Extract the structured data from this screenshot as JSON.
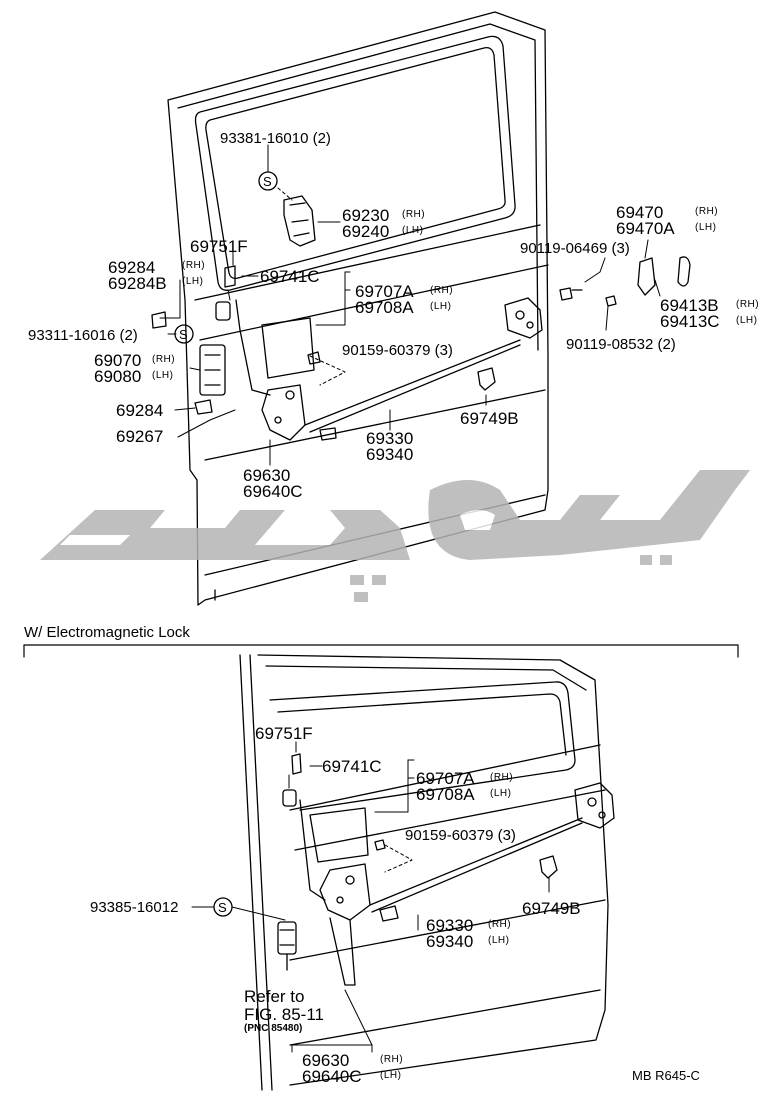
{
  "top": {
    "labels": {
      "p93381": "93381-16010 (2)",
      "p69230": "69230",
      "p69240": "69240",
      "p69751F": "69751F",
      "p69741C": "69741C",
      "p69707A": "69707A",
      "p69708A": "69708A",
      "p69284": "69284",
      "p69284B": "69284B",
      "p93311": "93311-16016 (2)",
      "p69070": "69070",
      "p69080": "69080",
      "p69284b": "69284",
      "p69267": "69267",
      "p90159": "90159-60379 (3)",
      "p69630": "69630",
      "p69640C": "69640C",
      "p69330": "69330",
      "p69340": "69340",
      "p69749B": "69749B",
      "p90119a": "90119-06469 (3)",
      "p90119b": "90119-08532 (2)",
      "p69470": "69470",
      "p69470A": "69470A",
      "p69413B": "69413B",
      "p69413C": "69413C"
    }
  },
  "section_title": "W/ Electromagnetic Lock",
  "bottom": {
    "labels": {
      "p69751F": "69751F",
      "p69741C": "69741C",
      "p69707A": "69707A",
      "p69708A": "69708A",
      "p90159": "90159-60379 (3)",
      "p93385": "93385-16012",
      "p69330": "69330",
      "p69340": "69340",
      "p69749B": "69749B",
      "refer1": "Refer to",
      "refer2": "FIG. 85-11",
      "refer3": "(PNC 85480)",
      "p69630": "69630",
      "p69640C": "69640C"
    }
  },
  "qualifiers": {
    "rh": "(RH)",
    "lh": "(LH)",
    "s": "S"
  },
  "figure_code": "MB  R645-C",
  "watermark_text": "توپ‌بیتی",
  "colors": {
    "line": "#000000",
    "watermark": "#b4b4b4"
  }
}
